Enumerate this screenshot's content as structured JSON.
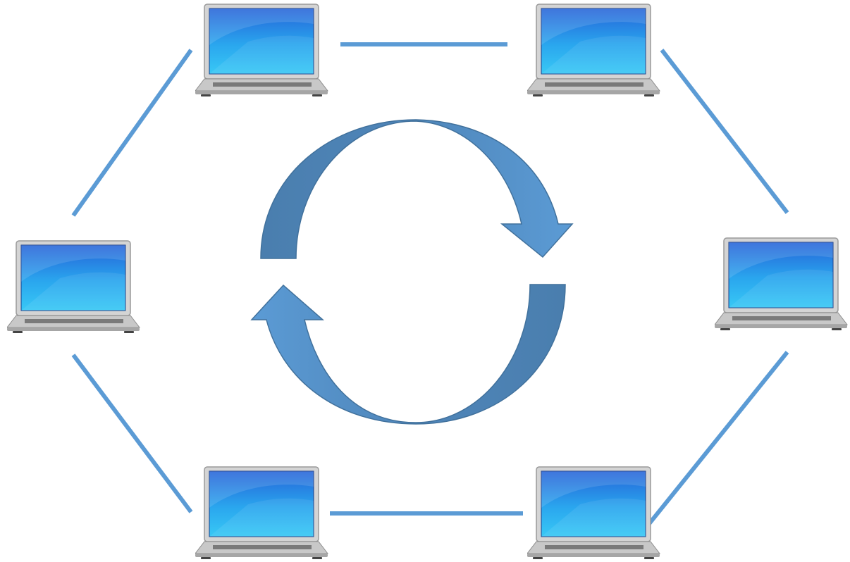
{
  "diagram": {
    "kind": "ring-network",
    "node_count": 6,
    "node_icon": "laptop-icon",
    "nodes": [
      {
        "id": "laptop-top-left"
      },
      {
        "id": "laptop-top-right"
      },
      {
        "id": "laptop-right"
      },
      {
        "id": "laptop-bottom-right"
      },
      {
        "id": "laptop-bottom-left"
      },
      {
        "id": "laptop-left"
      }
    ],
    "links": [
      [
        "laptop-top-left",
        "laptop-top-right"
      ],
      [
        "laptop-top-right",
        "laptop-right"
      ],
      [
        "laptop-right",
        "laptop-bottom-right"
      ],
      [
        "laptop-bottom-right",
        "laptop-bottom-left"
      ],
      [
        "laptop-bottom-left",
        "laptop-left"
      ],
      [
        "laptop-left",
        "laptop-top-left"
      ]
    ],
    "center_icon": "circular-arrows-icon",
    "colors": {
      "link": "#5B9BD5",
      "arrow_light": "#5B9BD5",
      "arrow_dark": "#4A7EAE",
      "arrow_outline": "#41719C",
      "screen_top": "#2563d8",
      "screen_bottom": "#38c8f5",
      "laptop_body": "#c8c8c8"
    }
  }
}
